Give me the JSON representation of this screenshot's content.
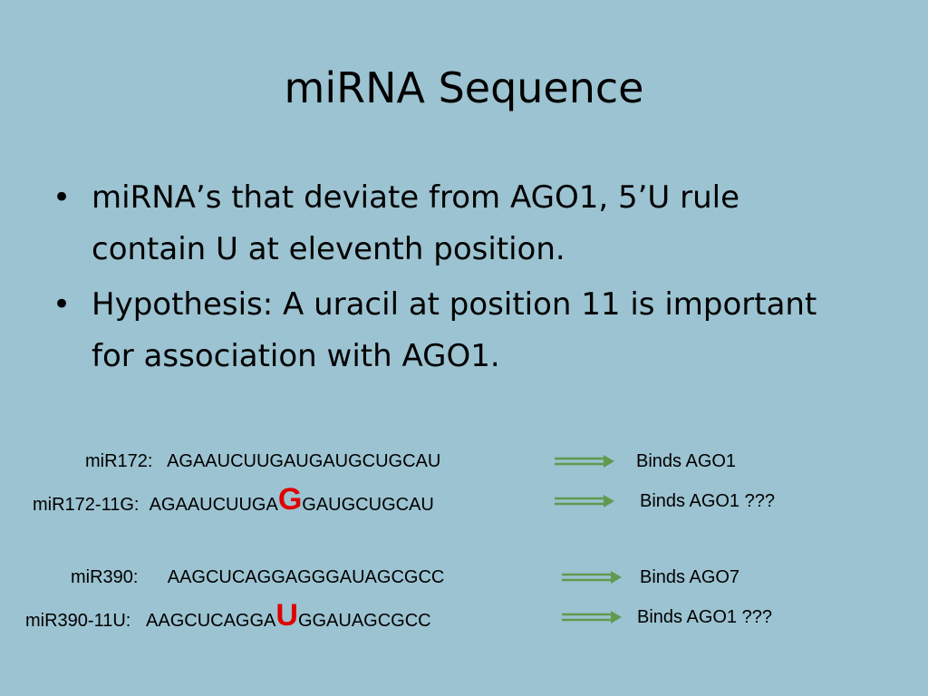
{
  "title": "miRNA Sequence",
  "bullets": [
    "miRNA’s that deviate from AGO1, 5’U rule contain U at eleventh position.",
    "Hypothesis: A uracil at position 11 is important for association with AGO1."
  ],
  "rows": [
    {
      "name": "miR172:",
      "seq_pre": "AGAAUCUUGAUGAUGCUGCAU",
      "highlight": "",
      "seq_post": "",
      "binds": "Binds AGO1"
    },
    {
      "name": "miR172-11G:",
      "seq_pre": "AGAAUCUUGA",
      "highlight": "G",
      "seq_post": "GAUGCUGCAU",
      "binds": "Binds AGO1 ???"
    },
    {
      "name": "miR390:",
      "seq_pre": "AAGCUCAGGAGGGAUAGCGCC",
      "highlight": "",
      "seq_post": "",
      "binds": "Binds AGO7"
    },
    {
      "name": "miR390-11U:",
      "seq_pre": "AAGCUCAGGA",
      "highlight": "U",
      "seq_post": "GGAUAGCGCC",
      "binds": "Binds AGO1 ???"
    }
  ],
  "colors": {
    "background": "#9cc3d1",
    "highlight": "#e00000",
    "arrow": "#5f9a4f"
  },
  "icons": {
    "arrow": "right-arrow-icon"
  }
}
